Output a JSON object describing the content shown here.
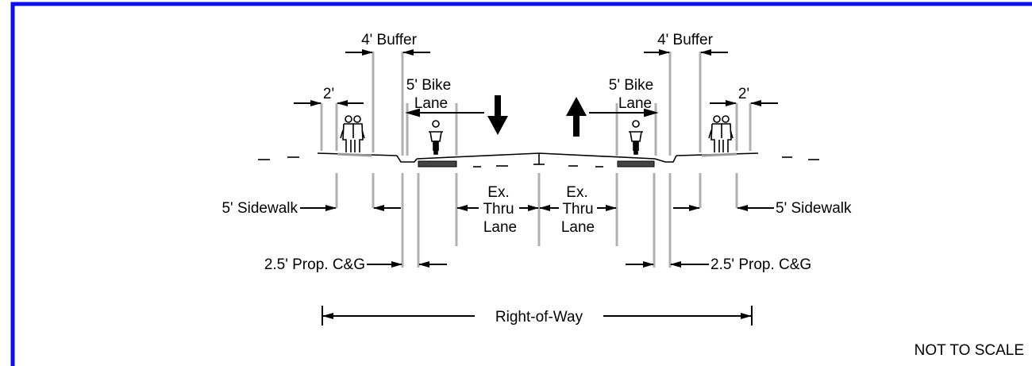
{
  "colors": {
    "border": "#1010e0",
    "ink": "#000000",
    "ext_line": "#b0b0b0",
    "pavement_edge": "#777777"
  },
  "labels": {
    "buffer_left": "4' Buffer",
    "buffer_right": "4' Buffer",
    "bike_lane_left_1": "5' Bike",
    "bike_lane_left_2": "Lane",
    "bike_lane_right_1": "5' Bike",
    "bike_lane_right_2": "Lane",
    "two_ft_left": "2'",
    "two_ft_right": "2'",
    "sidewalk_left": "5' Sidewalk",
    "sidewalk_right": "5' Sidewalk",
    "thru_left_1": "Ex.",
    "thru_left_2": "Thru",
    "thru_left_3": "Lane",
    "thru_right_1": "Ex.",
    "thru_right_2": "Thru",
    "thru_right_3": "Lane",
    "cg_left": "2.5' Prop. C&G",
    "cg_right": "2.5' Prop. C&G",
    "right_of_way": "Right-of-Way",
    "not_to_scale": "NOT TO SCALE"
  },
  "icons": {
    "pedestrian": "pedestrian-pair-icon",
    "cyclist": "cyclist-icon",
    "arrow_down": "southbound-arrow-icon",
    "arrow_up": "northbound-arrow-icon"
  }
}
